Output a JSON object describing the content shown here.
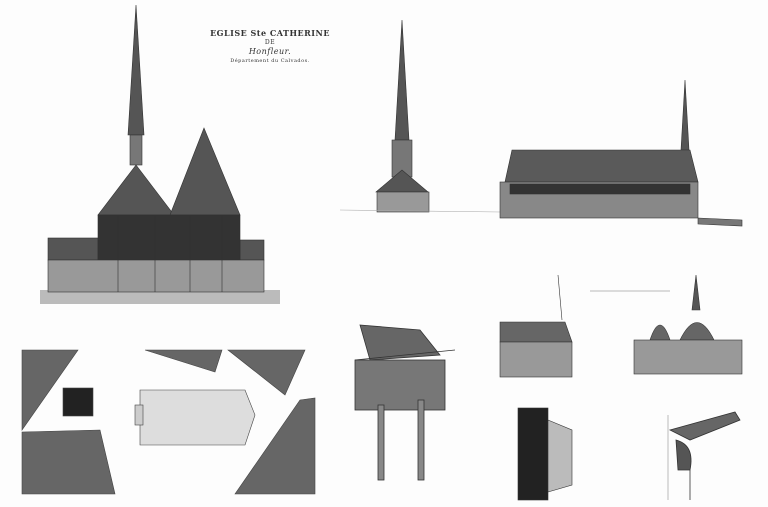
{
  "sheet": {
    "title_line1": "EGLISE Ste CATHERINE",
    "title_line2": "DE",
    "title_line3": "Honfleur.",
    "title_line4": "Département du Calvados."
  },
  "colors": {
    "ink": "#3a3a3a",
    "paper": "#fdfdfd",
    "roof": "#5a5a5a",
    "dark": "#222222"
  }
}
